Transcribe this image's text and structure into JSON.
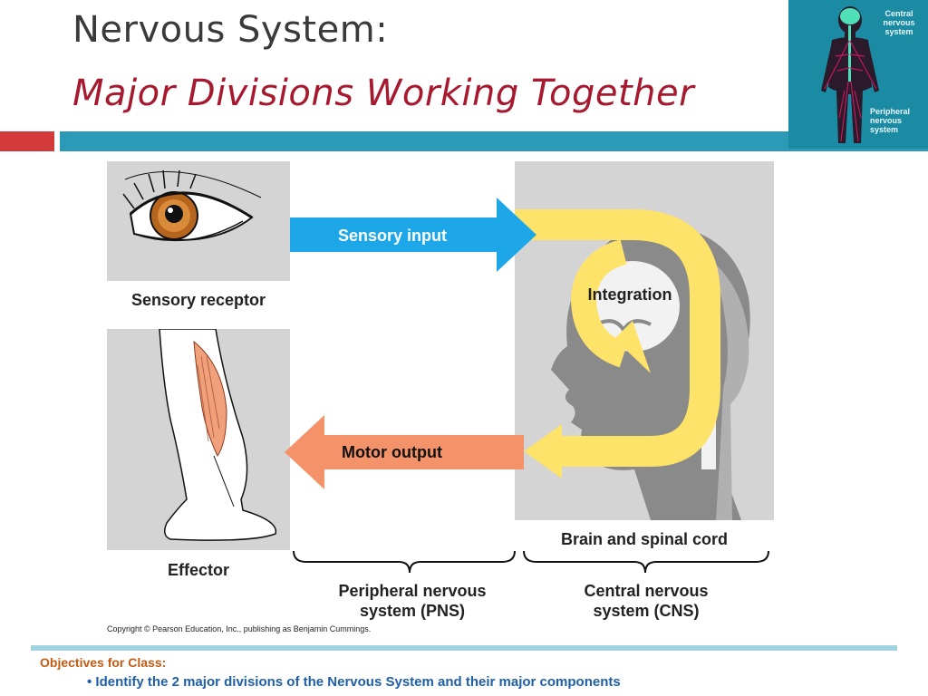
{
  "header": {
    "title_line1": "Nervous System:",
    "title_line2": "Major Divisions Working Together"
  },
  "inset": {
    "cns_label": "Central\nnervous\nsystem",
    "pns_label": "Peripheral\nnervous\nsystem"
  },
  "diagram": {
    "sensory_receptor": "Sensory receptor",
    "effector": "Effector",
    "sensory_input": "Sensory input",
    "integration": "Integration",
    "motor_output": "Motor output",
    "brain_spinal": "Brain and spinal cord",
    "pns_line1": "Peripheral nervous",
    "pns_line2": "system (PNS)",
    "cns_line1": "Central nervous",
    "cns_line2": "system (CNS)",
    "copyright": "Copyright © Pearson Education, Inc., publishing as Benjamin Cummings."
  },
  "footer": {
    "objectives_title": "Objectives for Class:",
    "objective_item": "• Identify the 2 major divisions of the Nervous System and their major components"
  },
  "colors": {
    "title_dark": "#3a3a3a",
    "title_red": "#a6192e",
    "accent_teal": "#2a9ab6",
    "accent_red": "#d33b3b",
    "sensory_arrow": "#1ea7e8",
    "motor_arrow": "#f4936a",
    "integration_loop": "#fde36a"
  }
}
